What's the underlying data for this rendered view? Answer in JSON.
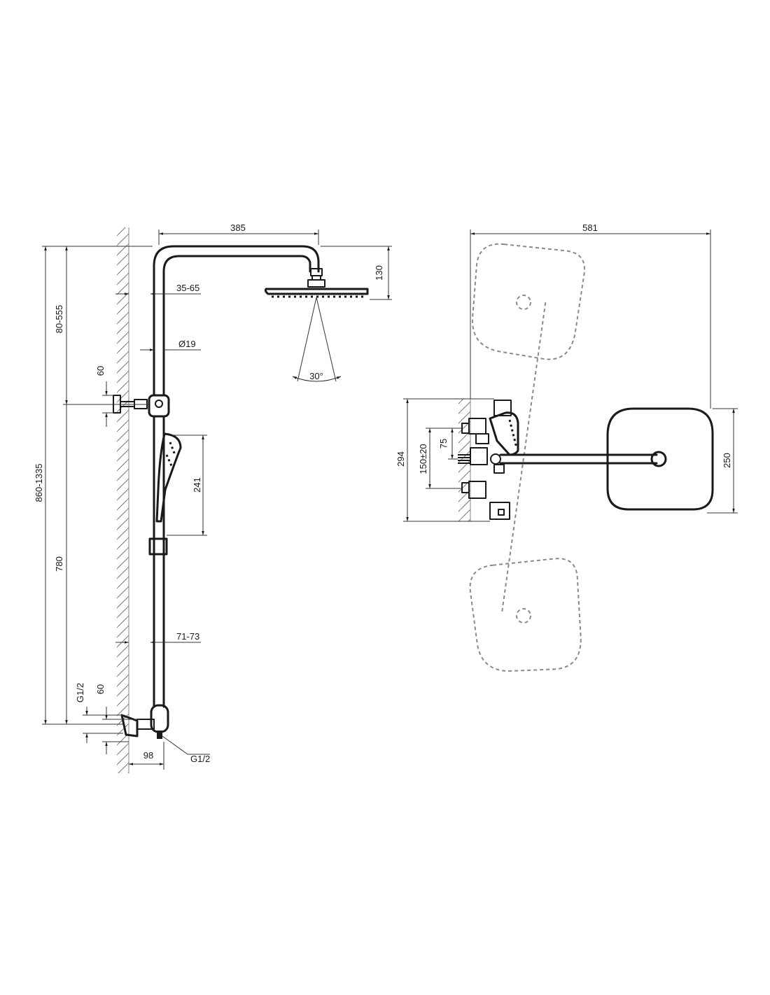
{
  "side_view": {
    "dims": {
      "arm_length": "385",
      "head_height": "130",
      "wall_offset_top": "35-65",
      "pipe_diameter": "Ø19",
      "spray_angle": "30°",
      "upper_height": "80-555",
      "bracket_height": "60",
      "hand_shower_length": "241",
      "total_height": "860-1335",
      "lower_height": "780",
      "wall_offset_bottom": "71-73",
      "inlet_thread": "G1/2",
      "mixer_height": "60",
      "mixer_depth": "98",
      "outlet_thread": "G1/2"
    }
  },
  "top_view": {
    "dims": {
      "total_width": "581",
      "mixer_span": "294",
      "inlet_spacing": "150±20",
      "connector_offset": "75",
      "head_size": "250"
    }
  }
}
